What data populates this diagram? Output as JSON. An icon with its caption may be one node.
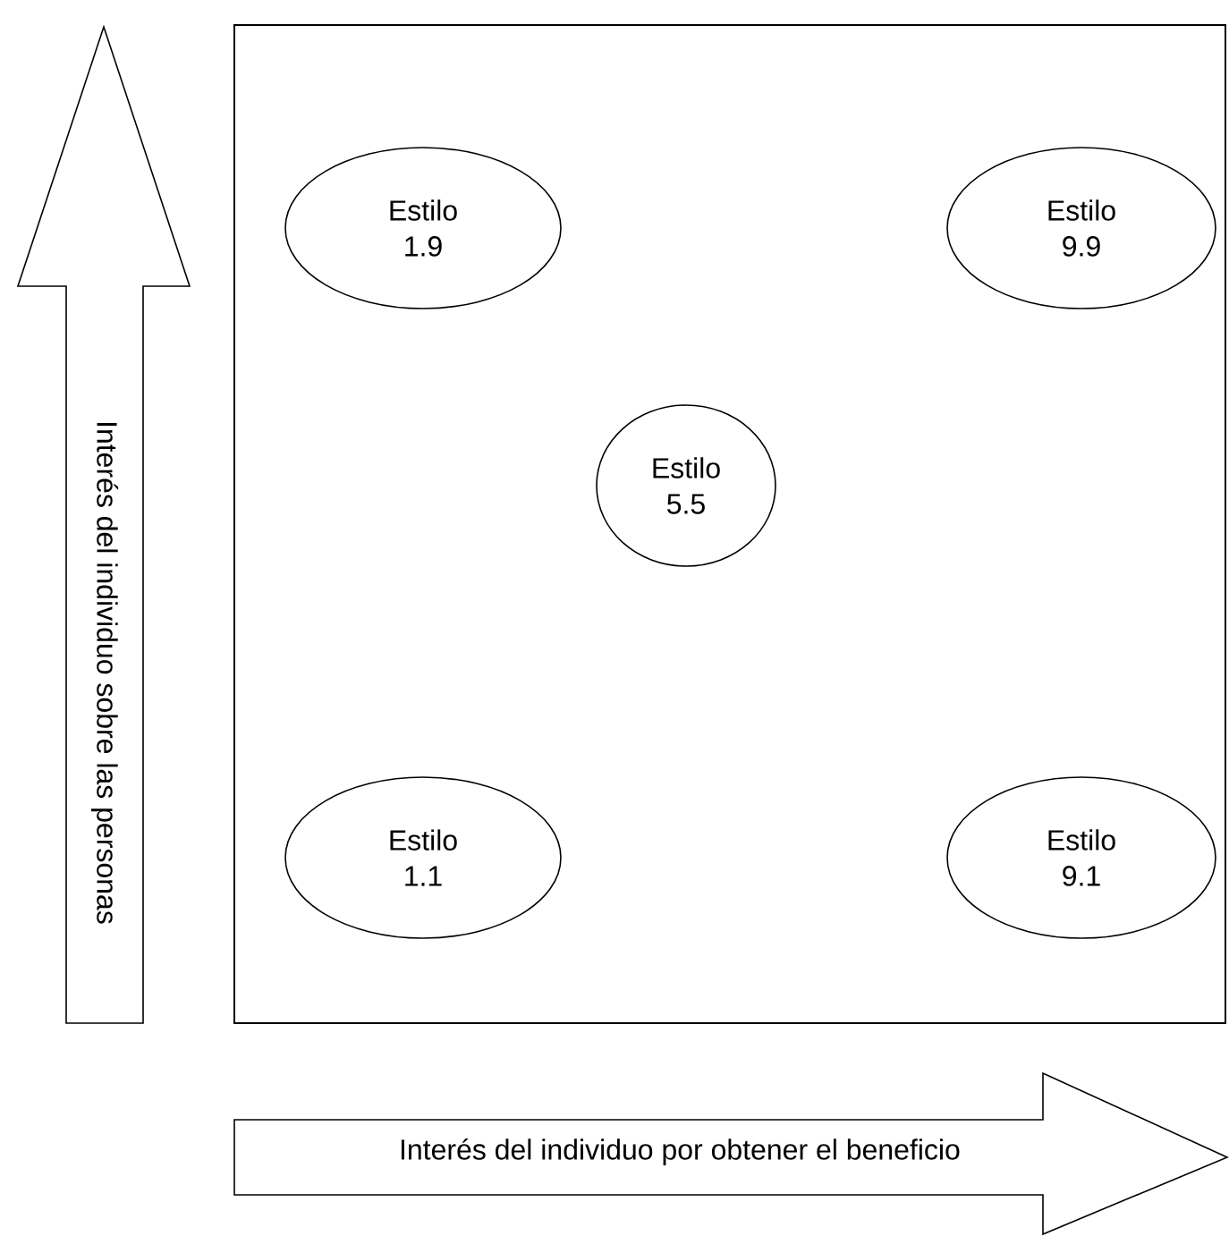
{
  "diagram": {
    "nodes": [
      {
        "text": [],
        "shape": "box"
      },
      {
        "text": [
          "Estilo 1.9"
        ],
        "in": 0
      },
      {
        "text": [
          "Estilo 9.9"
        ],
        "in": 0
      },
      {
        "text": [
          "Estilo 5.5"
        ],
        "in": 0
      },
      {
        "text": [
          "Estilo 1.1"
        ],
        "in": 0
      },
      {
        "text": [
          "Estilo 9.1"
        ],
        "in": 0
      },
      {
        "text": [
          "Interés del individuo sobre las personas"
        ]
      },
      {
        "text": [
          "Interés del individuo por obtener el beneficio"
        ]
      }
    ]
  }
}
